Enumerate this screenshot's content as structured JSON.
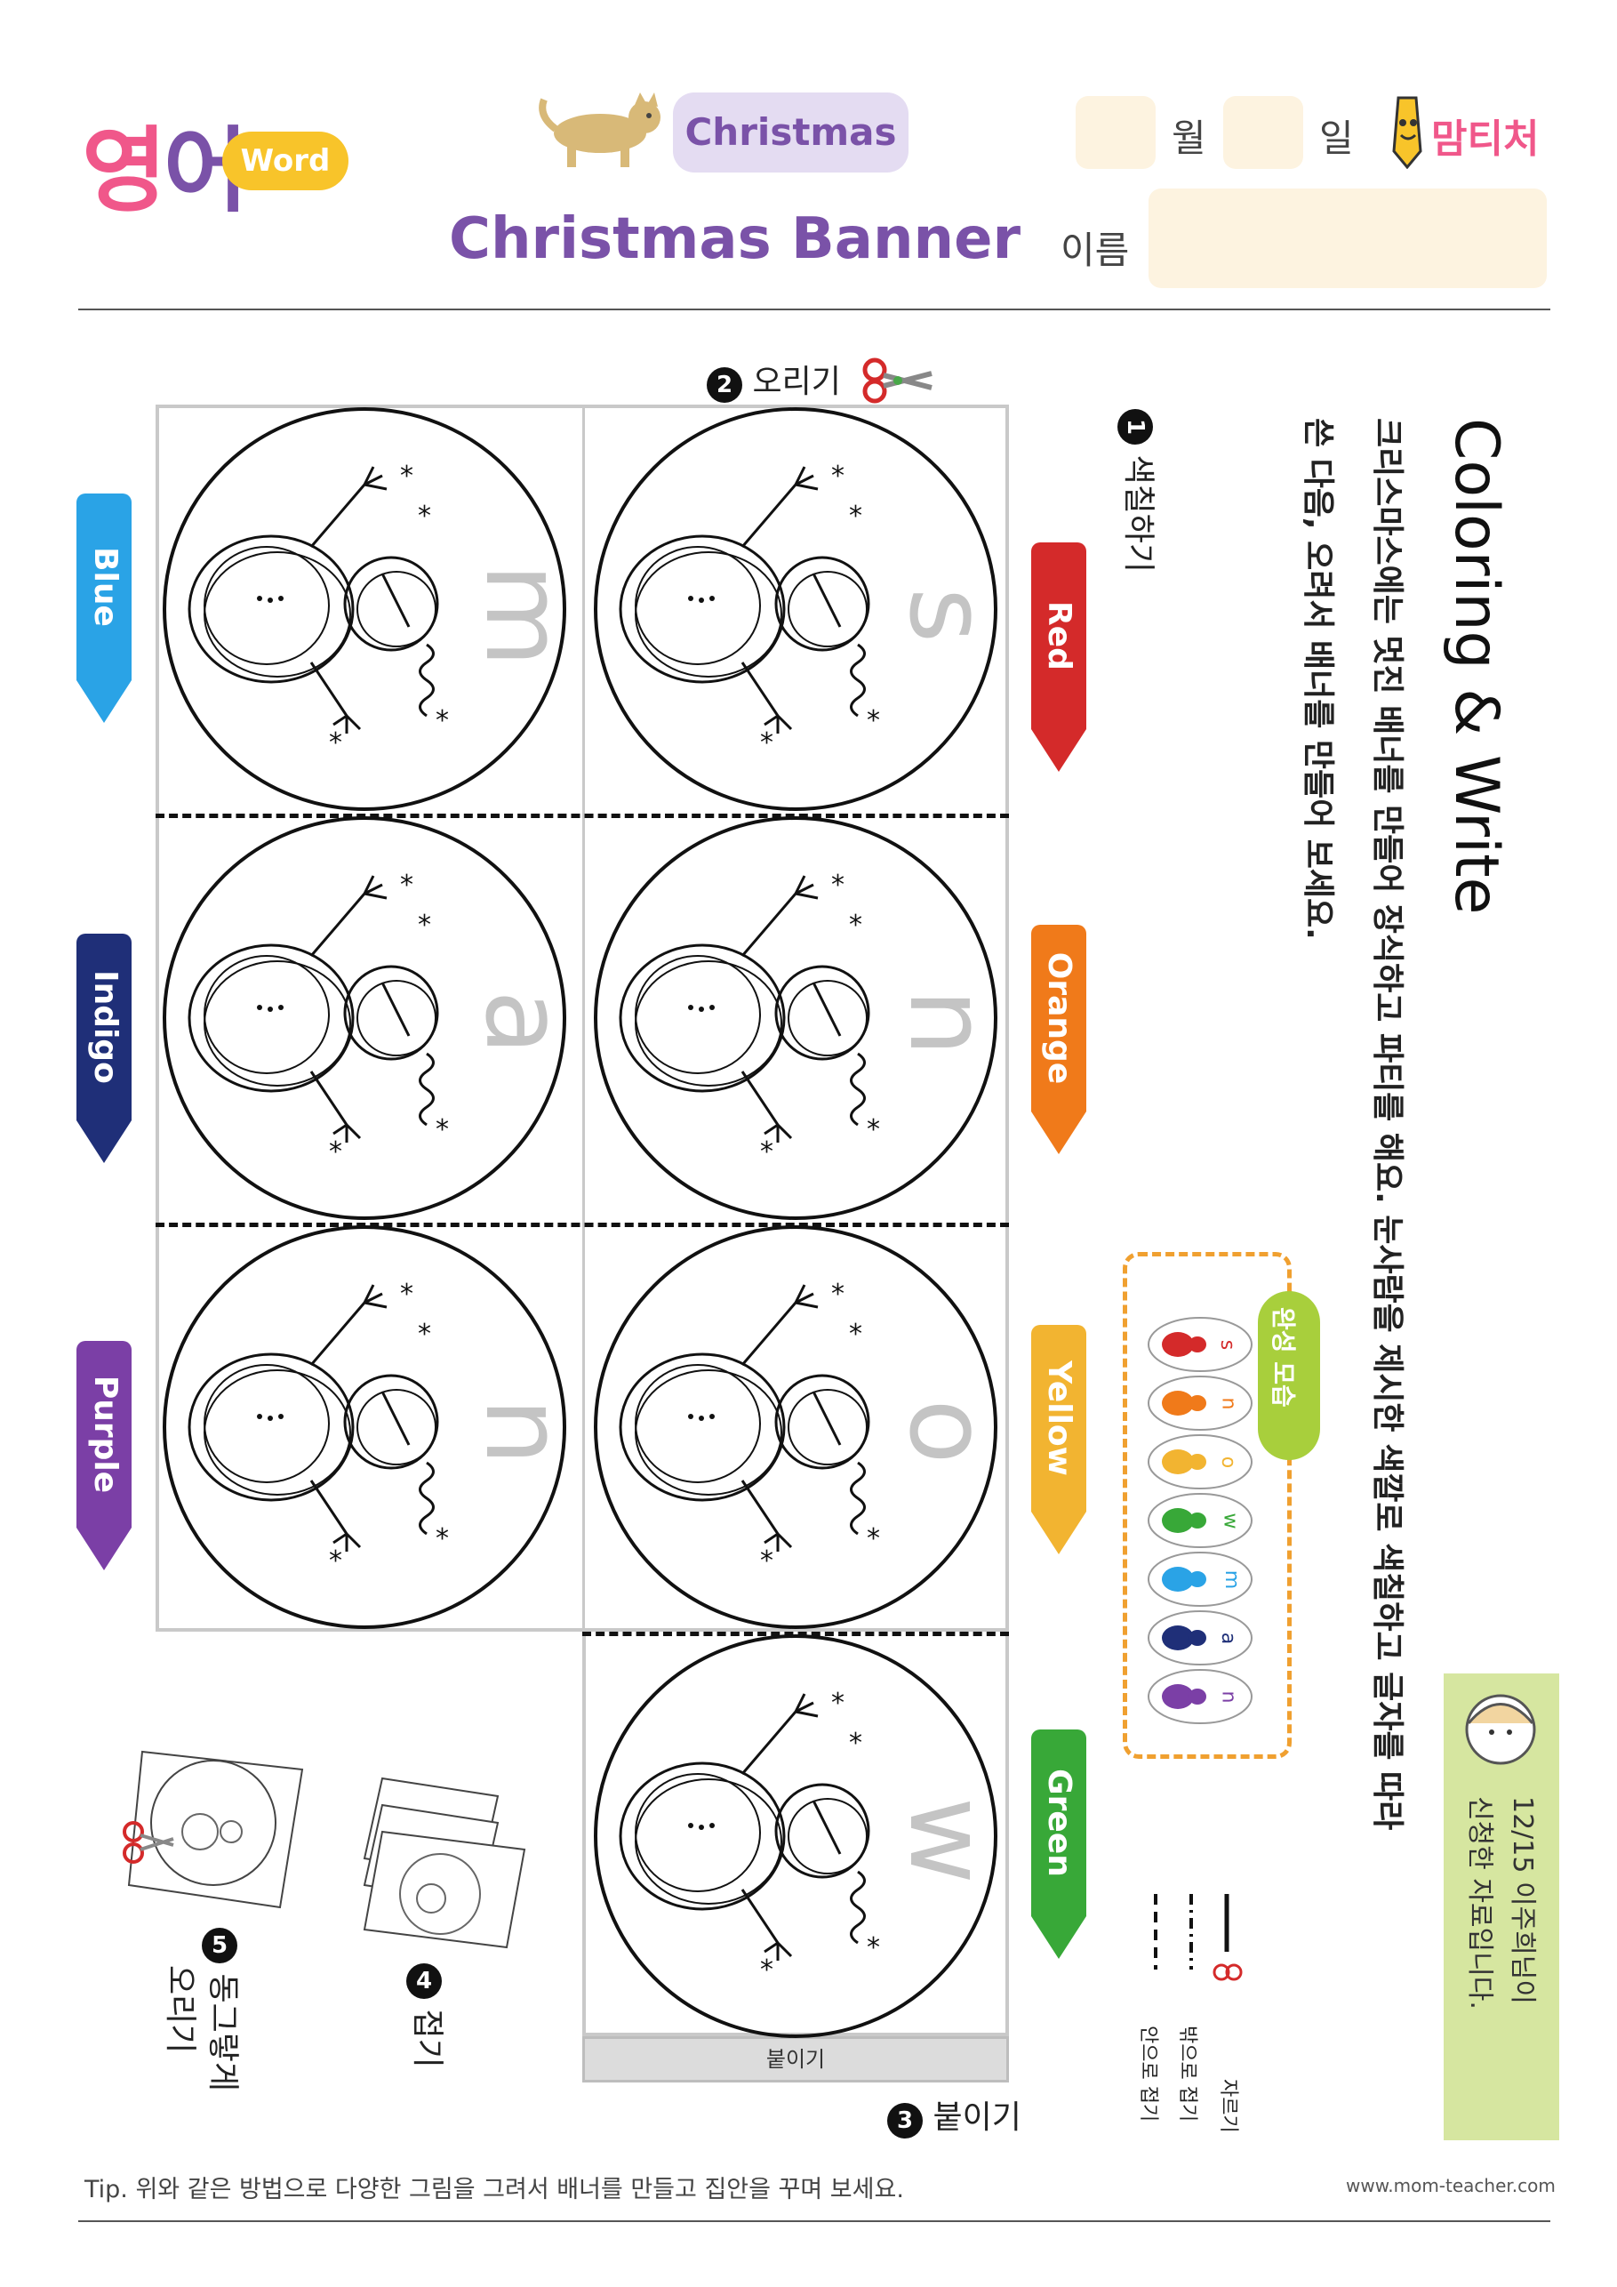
{
  "header": {
    "logo_part1": "영",
    "logo_part2": "어",
    "word_badge": "Word",
    "topic": "Christmas",
    "title": "Christmas Banner",
    "month_label": "월",
    "day_label": "일",
    "name_label": "이름",
    "brand": "맘티처"
  },
  "instructions": {
    "heading": "Coloring & Write",
    "line1": "크리스마스에는 멋진 배너를 만들어 장식하고 파티를 해요. 눈사람을 제시한 색깔로 색칠하고 글자를 따라",
    "line2": "쓴 다음, 오려서 배너를 만들어 보세요."
  },
  "steps": {
    "step1": "색칠하기",
    "step2": "오리기",
    "step3": "붙이기",
    "step4": "접기",
    "step5_a": "동그랗게",
    "step5_b": "오리기",
    "glue_tab": "붙이기"
  },
  "banner": {
    "right_column": [
      {
        "letter": "s",
        "color_name": "Red",
        "color": "#d42a2a"
      },
      {
        "letter": "n",
        "color_name": "Orange",
        "color": "#f07a1a"
      },
      {
        "letter": "o",
        "color_name": "Yellow",
        "color": "#f2b431"
      },
      {
        "letter": "w",
        "color_name": "Green",
        "color": "#38a838"
      }
    ],
    "left_column": [
      {
        "letter": "m",
        "color_name": "Blue",
        "color": "#2aa3e6"
      },
      {
        "letter": "a",
        "color_name": "Indigo",
        "color": "#1f2f78"
      },
      {
        "letter": "n",
        "color_name": "Purple",
        "color": "#7b3fa6"
      }
    ]
  },
  "sample": {
    "label": "완성 모습",
    "letters": [
      "s",
      "n",
      "o",
      "w",
      "m",
      "a",
      "n"
    ]
  },
  "legend": {
    "cut": "자르기",
    "fold_out": "밖으로 접기",
    "fold_in": "안으로 접기"
  },
  "notice": {
    "line1": "12/15 이주희님이",
    "line2": "신청한 자료입니다."
  },
  "footer": {
    "tip": "Tip. 위와 같은 방법으로 다양한 그림을 그려서 배너를 만들고 집안을 꾸며 보세요.",
    "url": "www.mom-teacher.com"
  }
}
